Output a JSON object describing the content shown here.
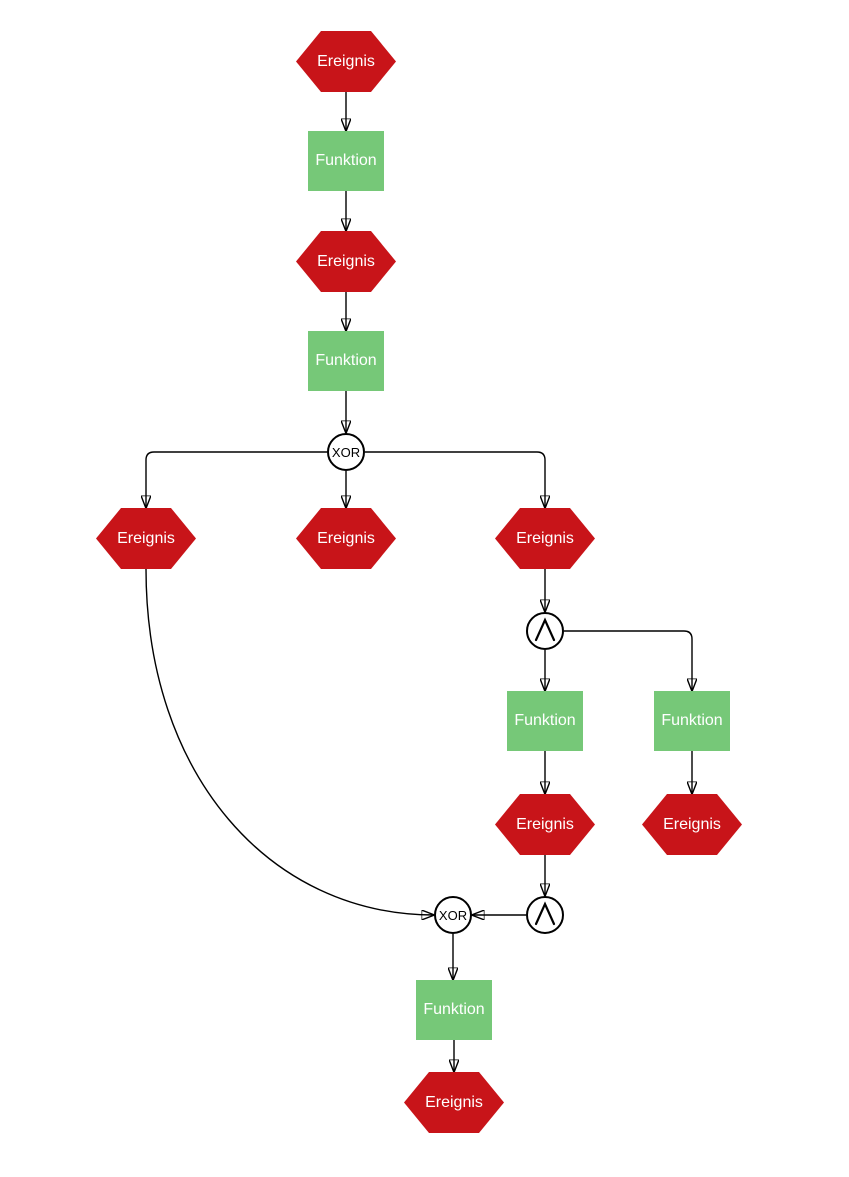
{
  "diagram": {
    "kind": "EPC process chain",
    "colors": {
      "event_fill": "#C81419",
      "function_fill": "#76C878",
      "connector_fill": "#FFFFFF",
      "stroke": "#000000",
      "node_label_color": "#FFFFFF",
      "background": "#FFFFFF"
    },
    "nodes": [
      {
        "id": "event-1",
        "type": "event",
        "label": "Ereignis"
      },
      {
        "id": "function-1",
        "type": "function",
        "label": "Funktion"
      },
      {
        "id": "event-2",
        "type": "event",
        "label": "Ereignis"
      },
      {
        "id": "function-2",
        "type": "function",
        "label": "Funktion"
      },
      {
        "id": "xor-1",
        "type": "connector-xor",
        "label": "XOR"
      },
      {
        "id": "event-3",
        "type": "event",
        "label": "Ereignis"
      },
      {
        "id": "event-4",
        "type": "event",
        "label": "Ereignis"
      },
      {
        "id": "event-5",
        "type": "event",
        "label": "Ereignis"
      },
      {
        "id": "and-1",
        "type": "connector-and",
        "label": ""
      },
      {
        "id": "function-3",
        "type": "function",
        "label": "Funktion"
      },
      {
        "id": "function-4",
        "type": "function",
        "label": "Funktion"
      },
      {
        "id": "event-6",
        "type": "event",
        "label": "Ereignis"
      },
      {
        "id": "event-7",
        "type": "event",
        "label": "Ereignis"
      },
      {
        "id": "and-2",
        "type": "connector-and",
        "label": ""
      },
      {
        "id": "xor-2",
        "type": "connector-xor",
        "label": "XOR"
      },
      {
        "id": "function-5",
        "type": "function",
        "label": "Funktion"
      },
      {
        "id": "event-8",
        "type": "event",
        "label": "Ereignis"
      }
    ],
    "edges": [
      {
        "from": "event-1",
        "to": "function-1"
      },
      {
        "from": "function-1",
        "to": "event-2"
      },
      {
        "from": "event-2",
        "to": "function-2"
      },
      {
        "from": "function-2",
        "to": "xor-1"
      },
      {
        "from": "xor-1",
        "to": "event-3"
      },
      {
        "from": "xor-1",
        "to": "event-4"
      },
      {
        "from": "xor-1",
        "to": "event-5"
      },
      {
        "from": "event-5",
        "to": "and-1"
      },
      {
        "from": "and-1",
        "to": "function-3"
      },
      {
        "from": "and-1",
        "to": "function-4"
      },
      {
        "from": "function-3",
        "to": "event-6"
      },
      {
        "from": "function-4",
        "to": "event-7"
      },
      {
        "from": "event-6",
        "to": "and-2"
      },
      {
        "from": "and-2",
        "to": "xor-2"
      },
      {
        "from": "event-3",
        "to": "xor-2"
      },
      {
        "from": "xor-2",
        "to": "function-5"
      },
      {
        "from": "function-5",
        "to": "event-8"
      }
    ]
  }
}
